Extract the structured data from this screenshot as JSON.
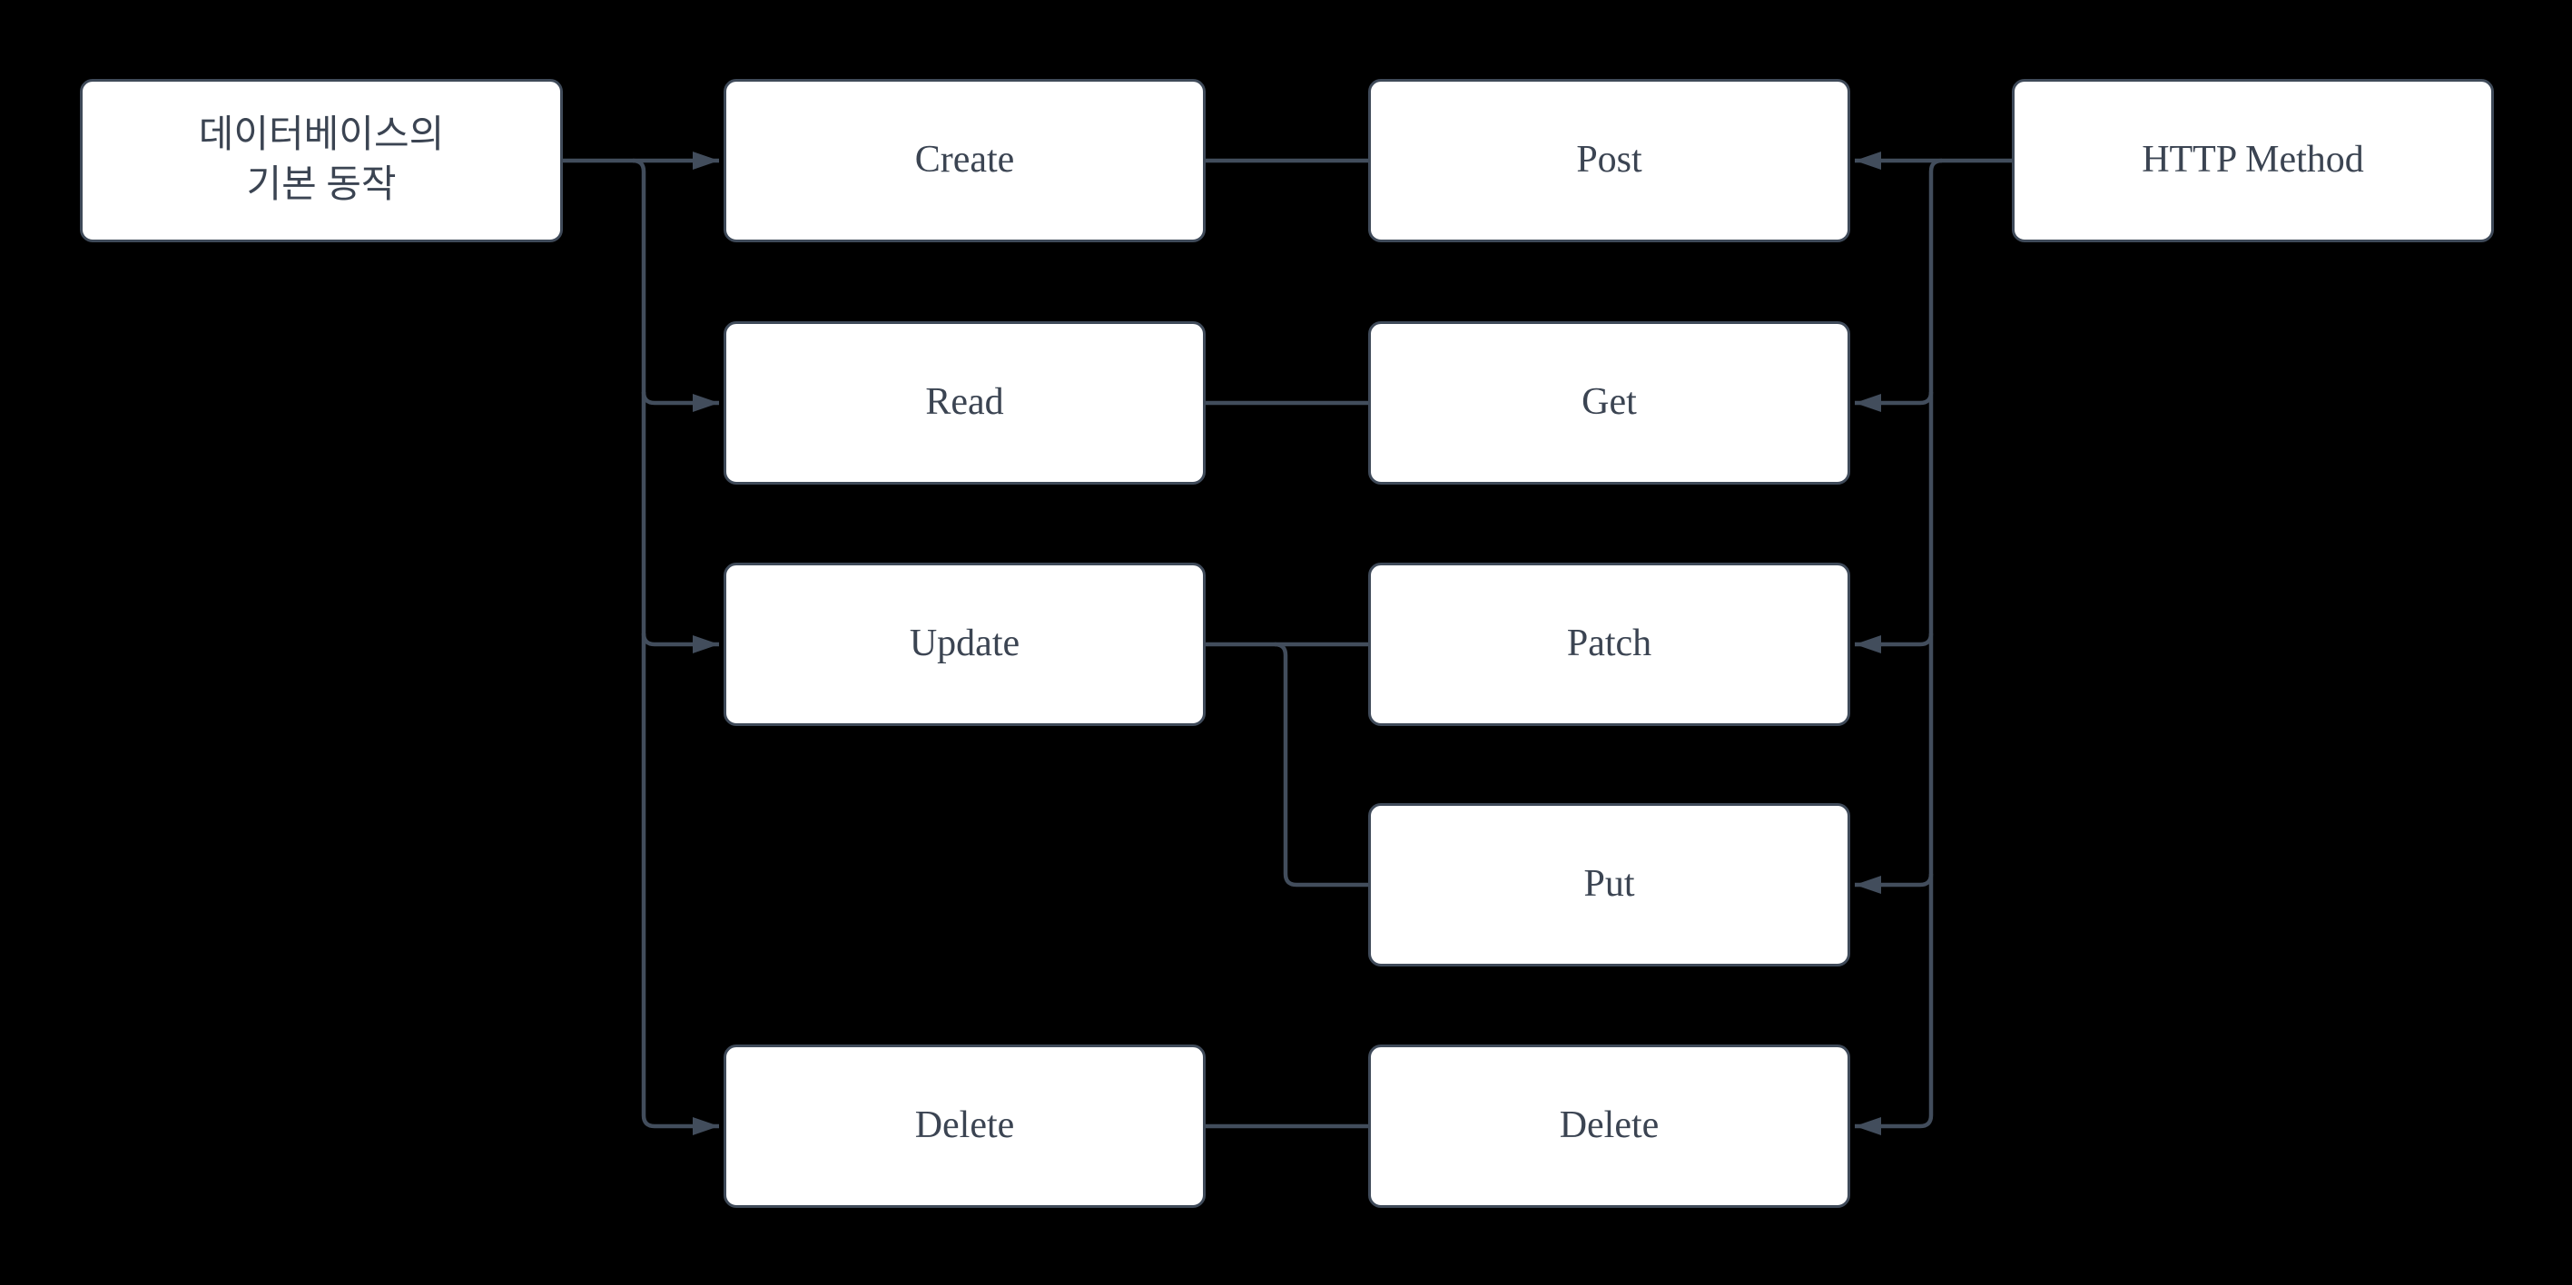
{
  "colors": {
    "background": "#000000",
    "node_fill": "#ffffff",
    "node_border": "#3f4a59",
    "connector": "#424d5c",
    "text": "#3b4452"
  },
  "nodes": {
    "db": {
      "label": "데이터베이스의\n기본 동작"
    },
    "create": {
      "label": "Create"
    },
    "read": {
      "label": "Read"
    },
    "update": {
      "label": "Update"
    },
    "delete_op": {
      "label": "Delete"
    },
    "post": {
      "label": "Post"
    },
    "get": {
      "label": "Get"
    },
    "patch": {
      "label": "Patch"
    },
    "put": {
      "label": "Put"
    },
    "delete_method": {
      "label": "Delete"
    },
    "http_method": {
      "label": "HTTP Method"
    }
  },
  "edges": [
    {
      "from": "db",
      "to": "create",
      "arrow": true
    },
    {
      "from": "db",
      "to": "read",
      "arrow": true
    },
    {
      "from": "db",
      "to": "update",
      "arrow": true
    },
    {
      "from": "db",
      "to": "delete_op",
      "arrow": true
    },
    {
      "from": "create",
      "to": "post",
      "arrow": false
    },
    {
      "from": "read",
      "to": "get",
      "arrow": false
    },
    {
      "from": "update",
      "to": "patch",
      "arrow": false
    },
    {
      "from": "update",
      "to": "put",
      "arrow": false
    },
    {
      "from": "delete_op",
      "to": "delete_method",
      "arrow": false
    },
    {
      "from": "http_method",
      "to": "post",
      "arrow": true
    },
    {
      "from": "http_method",
      "to": "get",
      "arrow": true
    },
    {
      "from": "http_method",
      "to": "patch",
      "arrow": true
    },
    {
      "from": "http_method",
      "to": "put",
      "arrow": true
    },
    {
      "from": "http_method",
      "to": "delete_method",
      "arrow": true
    }
  ]
}
